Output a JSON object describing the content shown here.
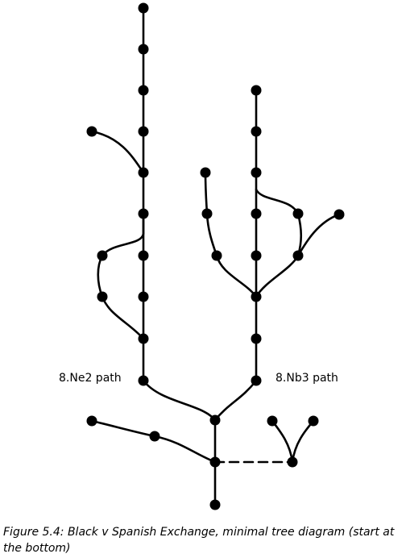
{
  "labels": {
    "ne2_path": "8.Ne2 path",
    "nb3_path": "8.Nb3 path"
  },
  "caption": "Figure 5.4: Black v Spanish Exchange, minimal tree diagram (start at the bottom)"
}
